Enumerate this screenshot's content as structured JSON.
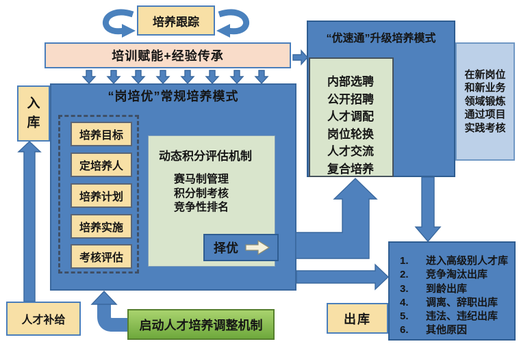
{
  "colors": {
    "steel_blue": "#4f81bd",
    "steel_blue_border": "#2f5d91",
    "yellow": "#f8e0a6",
    "yellow_border": "#4a7ebb",
    "pink": "#f9dcc9",
    "light_green": "#d9e5cc",
    "light_blue": "#bcd0e8",
    "adjust_green": "#7cb24a",
    "cream_arrow": "#f4f0dc"
  },
  "top": {
    "track": "培养跟踪",
    "empower": "培训赋能+经验传承"
  },
  "labels": {
    "ruku": "入库",
    "chuku": "出库",
    "supply": "人才补给",
    "adjust": "启动人才培养调整机制"
  },
  "main": {
    "title": "“岗培优”常规培养模式",
    "steps": [
      "培养目标",
      "定培养人",
      "培养计划",
      "培养实施",
      "考核评估"
    ],
    "eval": {
      "title": "动态积分评估机制",
      "lines": [
        "赛马制管理",
        "积分制考核",
        "竞争性排名"
      ],
      "select": "择优"
    }
  },
  "upgrade": {
    "title": "“优速通”升级培养模式",
    "methods": [
      "内部选聘",
      "公开招聘",
      "人才调配",
      "岗位轮换",
      "人才交流",
      "复合培养"
    ]
  },
  "practice": {
    "lines": [
      "在新岗位",
      "和新业务",
      "领域锻炼",
      "通过项目",
      "实践考核"
    ]
  },
  "exit": {
    "items": [
      {
        "num": "1.",
        "text": "进入高级别人才库"
      },
      {
        "num": "2.",
        "text": "竞争淘汰出库"
      },
      {
        "num": "3.",
        "text": "到龄出库"
      },
      {
        "num": "4.",
        "text": "调离、辞职出库"
      },
      {
        "num": "5.",
        "text": "违法、违纪出库"
      },
      {
        "num": "6.",
        "text": "其他原因"
      }
    ]
  }
}
